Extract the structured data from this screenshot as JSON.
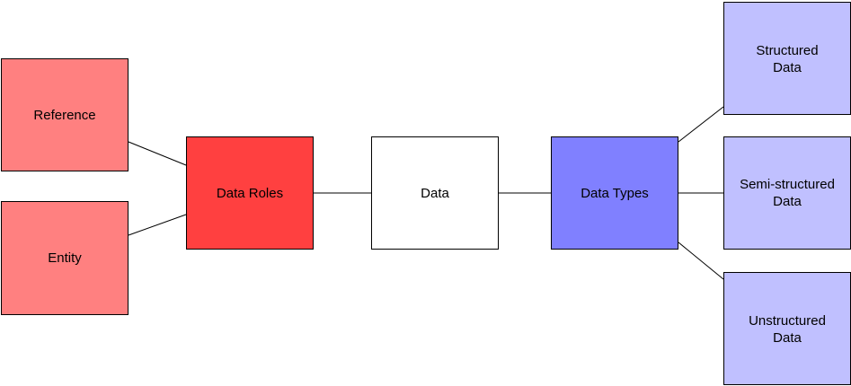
{
  "diagram": {
    "nodes": {
      "reference": {
        "label": "Reference",
        "color": "#ff8080"
      },
      "entity": {
        "label": "Entity",
        "color": "#ff8080"
      },
      "data_roles": {
        "label": "Data Roles",
        "color": "#ff4040"
      },
      "data": {
        "label": "Data",
        "color": "#ffffff"
      },
      "data_types": {
        "label": "Data Types",
        "color": "#8080ff"
      },
      "structured": {
        "label": "Structured\nData",
        "color": "#c0c0ff"
      },
      "semi_structured": {
        "label": "Semi-structured\nData",
        "color": "#c0c0ff"
      },
      "unstructured": {
        "label": "Unstructured\nData",
        "color": "#c0c0ff"
      }
    },
    "edges": [
      {
        "from": "reference",
        "to": "data_roles"
      },
      {
        "from": "entity",
        "to": "data_roles"
      },
      {
        "from": "data_roles",
        "to": "data"
      },
      {
        "from": "data",
        "to": "data_types"
      },
      {
        "from": "data_types",
        "to": "structured"
      },
      {
        "from": "data_types",
        "to": "semi_structured"
      },
      {
        "from": "data_types",
        "to": "unstructured"
      }
    ],
    "line_color": "#000000"
  }
}
